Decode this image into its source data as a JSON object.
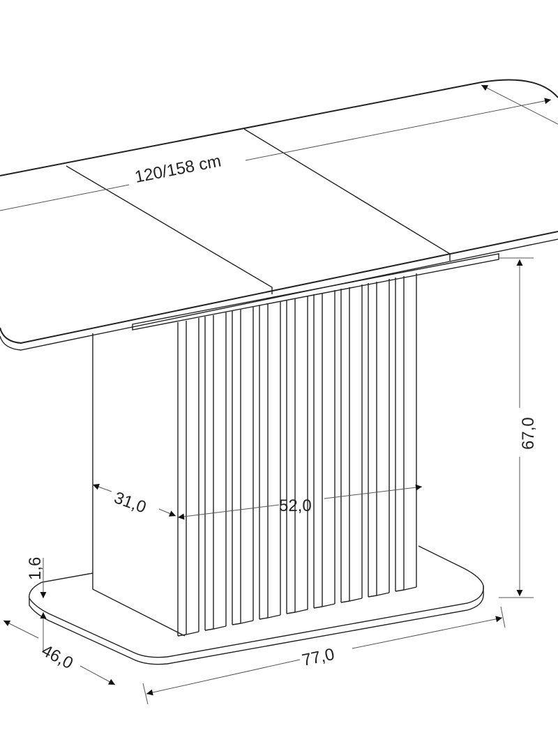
{
  "dimensions": {
    "length": "120/158 cm",
    "height": "67,0",
    "pedestal_depth": "31,0",
    "pedestal_width": "52,0",
    "base_thickness": "1,6",
    "base_depth": "46,0",
    "base_width": "77,0"
  },
  "colors": {
    "line": "#222222",
    "dim": "#555555"
  }
}
